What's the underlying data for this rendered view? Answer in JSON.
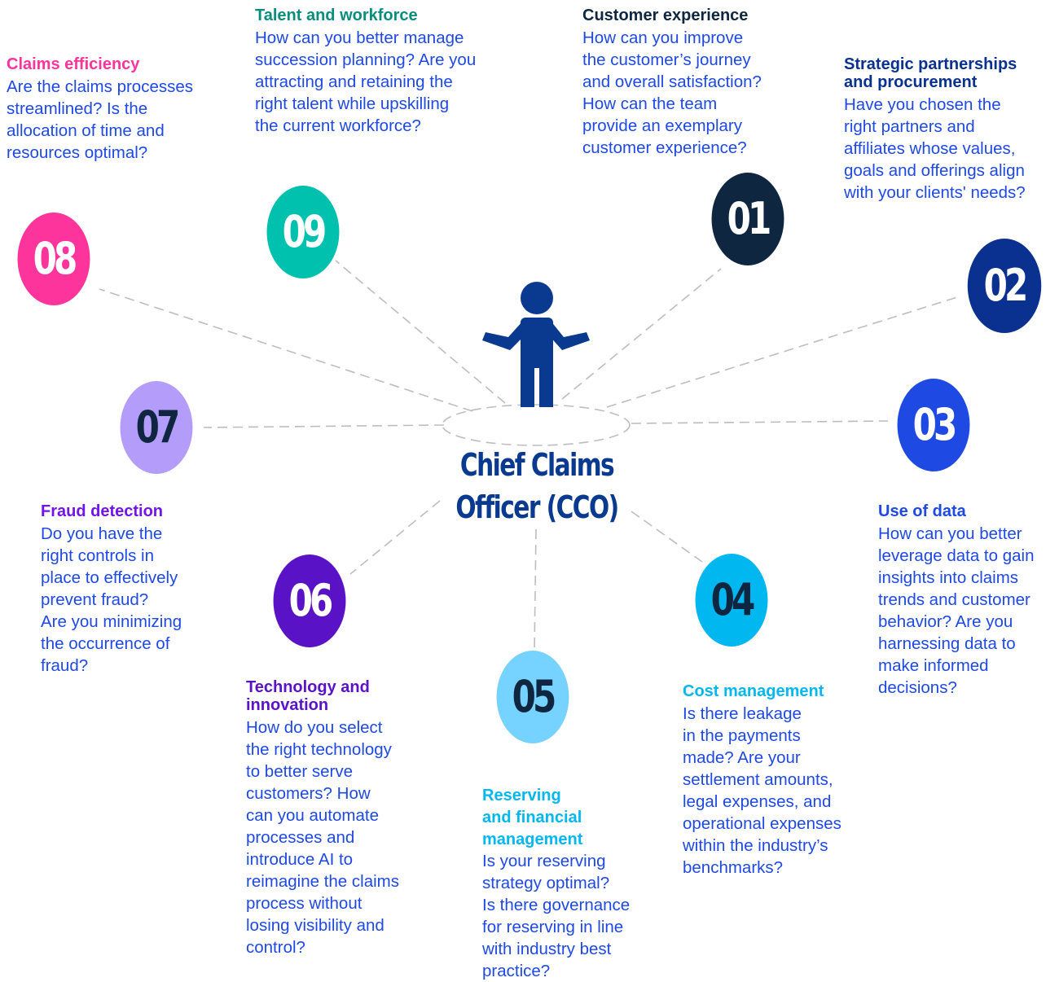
{
  "center": {
    "title_line1": "Chief Claims",
    "title_line2": "Officer (CCO)",
    "figure_color": "#0a3a8f",
    "icon": "person-shrugging-icon"
  },
  "items": [
    {
      "number": "01",
      "circle_color": "#0f2640",
      "number_color": "#ffffff",
      "title_color": "#0f2640",
      "title": "Customer experience",
      "body": [
        "How can you improve",
        "the customer’s journey",
        "and overall satisfaction?",
        "How can the team",
        "provide an exemplary",
        "customer experience?"
      ]
    },
    {
      "number": "02",
      "circle_color": "#0a318f",
      "number_color": "#ffffff",
      "title_color": "#0a318f",
      "title": "Strategic partnerships\nand procurement",
      "body": [
        "Have you chosen the",
        "right partners and",
        "affiliates whose values,",
        "goals and offerings align",
        "with your clients' needs?"
      ]
    },
    {
      "number": "03",
      "circle_color": "#1e49e2",
      "number_color": "#ffffff",
      "title_color": "#1e49e2",
      "title": "Use of data",
      "body": [
        "How can you better",
        "leverage data to gain",
        "insights into claims",
        "trends and customer",
        "behavior? Are you",
        "harnessing data to",
        "make informed",
        "decisions?"
      ]
    },
    {
      "number": "04",
      "circle_color": "#00b7f0",
      "number_color": "#0f2640",
      "title_color": "#00b7f0",
      "title": "Cost management",
      "body": [
        "Is there leakage",
        "in the payments",
        "made? Are your",
        "settlement amounts,",
        "legal expenses, and",
        "operational expenses",
        "within the industry’s",
        "benchmarks?"
      ]
    },
    {
      "number": "05",
      "circle_color": "#76d2ff",
      "number_color": "#0f2640",
      "title_color": "#00b7f0",
      "title": "Reserving\nand financial\nmanagement",
      "body": [
        "Is your reserving",
        "strategy optimal?",
        "Is there governance",
        "for reserving in line",
        "with industry best",
        "practice?"
      ]
    },
    {
      "number": "06",
      "circle_color": "#5a12c7",
      "number_color": "#ffffff",
      "title_color": "#5a12c7",
      "title": "Technology and\ninnovation",
      "body": [
        "How do you select",
        "the right technology",
        "to better serve",
        "customers? How",
        "can you automate",
        "processes and",
        "introduce AI to",
        "reimagine the claims",
        "process without",
        "losing visibility and",
        "control?"
      ]
    },
    {
      "number": "07",
      "circle_color": "#b39cfa",
      "number_color": "#0f2640",
      "title_color": "#7213ea",
      "title": "Fraud detection",
      "body": [
        "Do you have the",
        "right controls in",
        "place to effectively",
        "prevent fraud?",
        "Are you minimizing",
        "the occurrence of",
        "fraud?"
      ]
    },
    {
      "number": "08",
      "circle_color": "#fd349c",
      "number_color": "#ffffff",
      "title_color": "#fd349c",
      "title": "Claims efficiency",
      "body": [
        "Are the claims processes",
        "streamlined? Is the",
        "allocation of time and",
        "resources optimal?"
      ]
    },
    {
      "number": "09",
      "circle_color": "#00c0ae",
      "number_color": "#ffffff",
      "title_color": "#098e7e",
      "title": "Talent and workforce",
      "body": [
        "How can you better manage",
        "succession planning? Are you",
        "attracting and retaining the",
        "right talent while upskilling",
        "the current workforce?"
      ]
    }
  ]
}
